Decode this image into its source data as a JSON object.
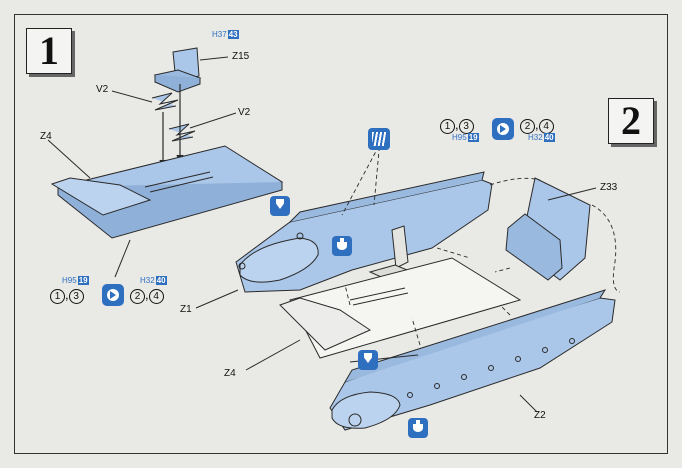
{
  "steps": [
    "1",
    "2"
  ],
  "step1": {
    "parts": {
      "seat": "Z15",
      "spring_upper": "V2",
      "spring_lower": "V2",
      "floor": "Z4"
    },
    "paint_ref": {
      "prefix": "H",
      "code": "37",
      "tag": "43"
    },
    "sequence_ref": {
      "prefix": "H",
      "code": "95",
      "tag": "19"
    },
    "paint_ref_right": {
      "prefix": "H",
      "code": "32",
      "tag": "40"
    },
    "sequence": {
      "first": "1",
      "sep1": ",",
      "second": "3",
      "third": "2",
      "sep2": ",",
      "fourth": "4"
    }
  },
  "step2": {
    "parts": {
      "hull_left": "Z1",
      "panel": "Z33",
      "floor": "Z4",
      "hull_right": "Z2"
    },
    "sequence_ref": {
      "prefix": "H",
      "code": "95",
      "tag": "19"
    },
    "paint_ref_right": {
      "prefix": "H",
      "code": "32",
      "tag": "40"
    },
    "sequence": {
      "first": "1",
      "sep1": ",",
      "second": "3",
      "third": "2",
      "sep2": ",",
      "fourth": "4"
    }
  },
  "colors": {
    "part_blue": "#aac6e8",
    "part_white": "#f5f5f2",
    "accent_blue": "#2f6fc0",
    "ink": "#2a2a2a",
    "paper": "#e9e9e6"
  },
  "icons": [
    "view-direction-icon",
    "glue-icon",
    "cement-icon",
    "paint-brush-icon"
  ]
}
